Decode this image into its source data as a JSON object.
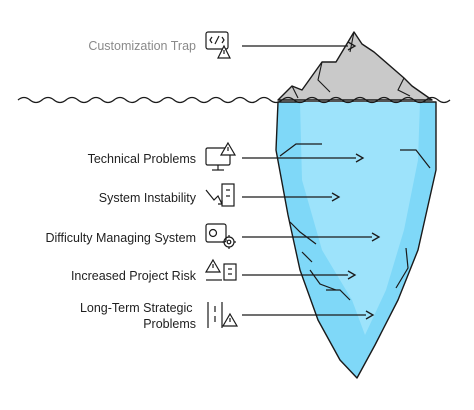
{
  "diagram": {
    "colors": {
      "ice_above": "#c9c9c9",
      "ice_below": "#7fd8f8",
      "ice_below_light": "#9de3fb",
      "stroke": "#1a1a1a",
      "label_muted": "#8a8a8a",
      "label": "#1f1f1f"
    },
    "above_water": [
      {
        "label": "Customization Trap",
        "icon": "code-warning-icon"
      }
    ],
    "below_water": [
      {
        "label": "Technical Problems",
        "icon": "monitor-warning-icon"
      },
      {
        "label": "System Instability",
        "icon": "building-decline-icon"
      },
      {
        "label": "Difficulty Managing System",
        "icon": "gear-warning-icon"
      },
      {
        "label": "Increased Project Risk",
        "icon": "warning-building-icon"
      },
      {
        "label_lines": [
          "Long-Term Strategic",
          "Problems"
        ],
        "icon": "path-warning-icon"
      }
    ]
  }
}
